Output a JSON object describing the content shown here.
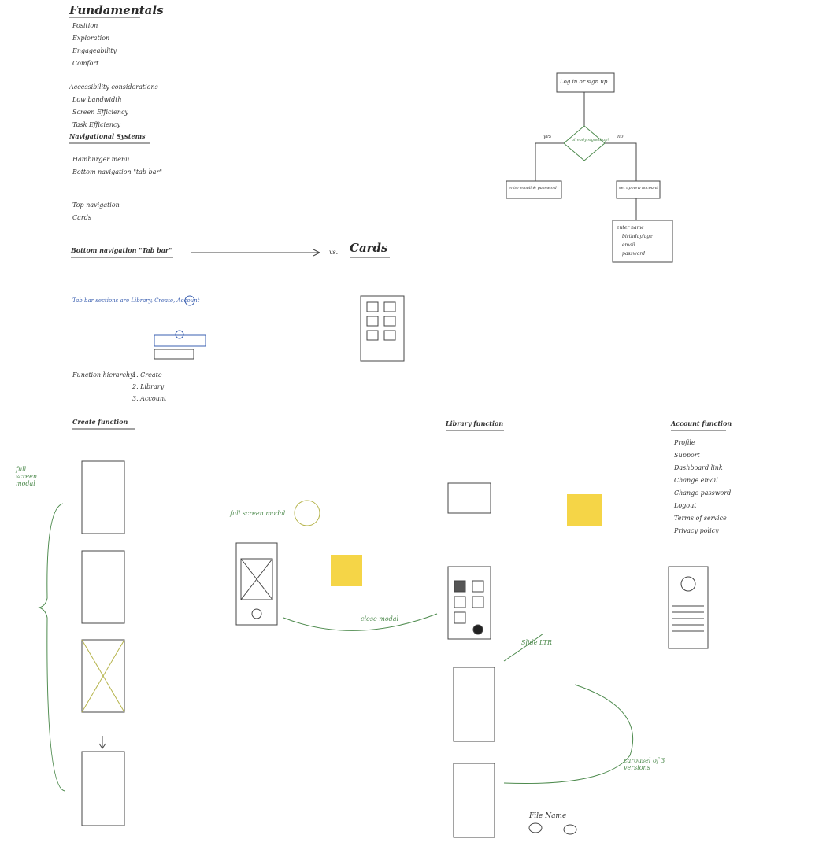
{
  "headings": {
    "fundamentals": "Fundamentals",
    "navigational_systems": "Navigational Systems",
    "bottom_navigation": "Bottom navigation \"Tab bar\"",
    "cards": "Cards",
    "vs": "vs.",
    "create_function": "Create function",
    "library_function": "Library function",
    "account_function": "Account function"
  },
  "flowchart": {
    "start": "Log in or sign up",
    "decision": "already signed up?",
    "yes": "yes",
    "no": "no",
    "enter_email": "enter email & password",
    "set_up": "set up new account",
    "fields": [
      "enter name",
      "birthday/age",
      "email",
      "password"
    ]
  },
  "account_items": [
    "Profile",
    "Support",
    "Dashboard link",
    "Change email",
    "Change password",
    "Logout",
    "Terms of service",
    "Privacy policy"
  ],
  "fundamentals_items": [
    "Position",
    "Exploration",
    "Engageability",
    "Comfort"
  ],
  "legibility_items": [
    "Accessibility considerations",
    "Low bandwidth",
    "Screen Efficiency",
    "Task Efficiency"
  ],
  "nav_items": [
    "Hamburger menu",
    "Bottom navigation \"tab bar\"",
    "Top navigation",
    "Cards"
  ],
  "function_hierarchy": [
    "Function hierarchy:",
    "1. Create",
    "2. Library",
    "3. Account"
  ],
  "sketch_labels": {
    "tab_bar_note": "Tab bar sections are Library, Create, Account",
    "full_screen_modal": "full screen modal",
    "results_modal": "full screen modal",
    "library_notes": "close modal",
    "slide_ltr": "Slide LTR",
    "carousel": "carousel of 3 versions",
    "file_name": "File Name"
  },
  "colors": {
    "ink": "#333333",
    "green_note": "#4d8a4d",
    "blue_note": "#3a5fb0",
    "orange_note": "#c8962e",
    "sticky": "#f5d547"
  }
}
